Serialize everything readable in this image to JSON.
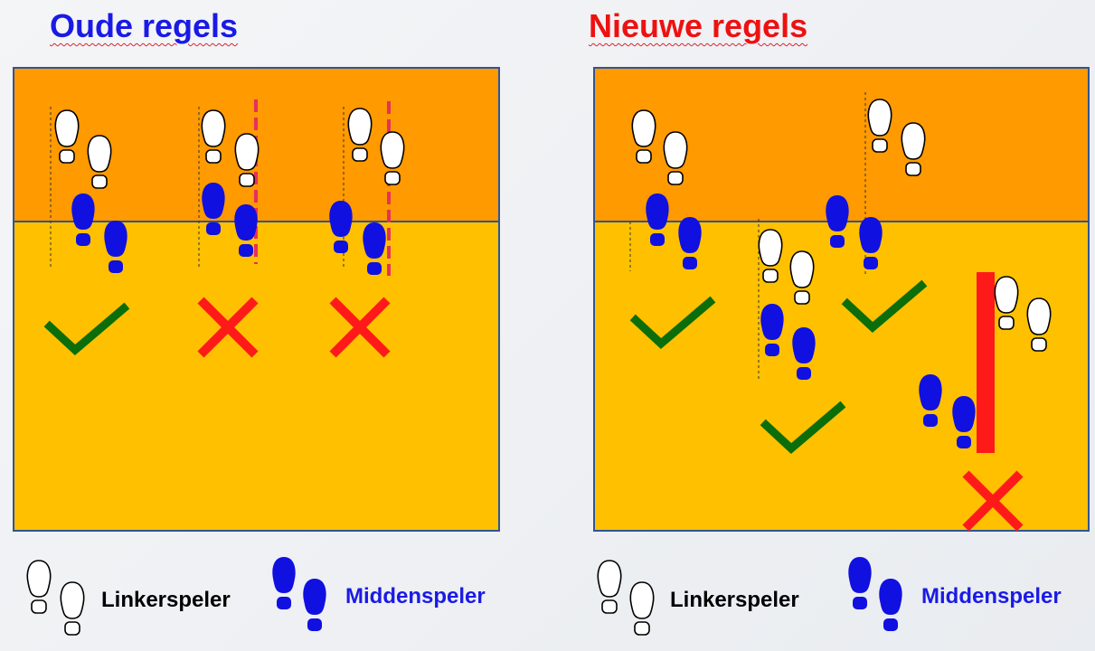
{
  "panels": [
    {
      "title": "Oude regels",
      "title_color": "#1a1ae6"
    },
    {
      "title": "Nieuwe regels",
      "title_color": "#ee1111"
    }
  ],
  "legend": {
    "left_player": "Linkerspeler",
    "middle_player": "Middenspeler"
  },
  "colors": {
    "front_zone": "#ff9a00",
    "back_zone": "#ffc000",
    "court_border": "#2f5597",
    "middle_foot": "#1010e0",
    "check": "#0b6e0b",
    "cross": "#ff1a1a",
    "dashed_line": "#e8305a"
  }
}
